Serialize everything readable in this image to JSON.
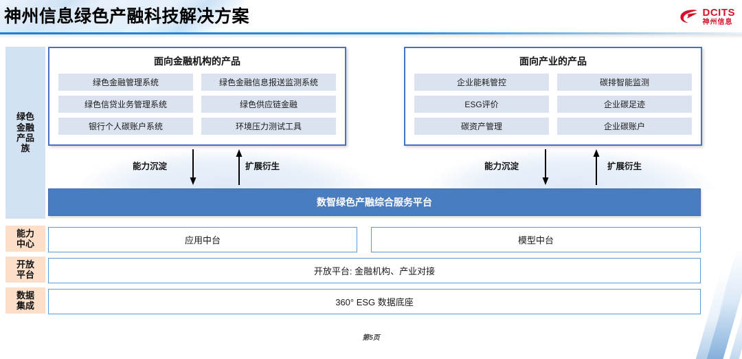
{
  "header": {
    "title": "神州信息绿色产融科技解决方案",
    "logo": {
      "mark": "dcits-swoosh-icon",
      "en": "DCITS",
      "cn": "神州信息"
    }
  },
  "sidebar": {
    "items": [
      {
        "id": "green-finance-products",
        "label": "绿色\n金融\n产品\n族",
        "color": "#d3e2f2"
      },
      {
        "id": "capability-center",
        "label": "能力\n中心",
        "color": "#fbdfc9"
      },
      {
        "id": "open-platform",
        "label": "开放\n平台",
        "color": "#fbdfc9"
      },
      {
        "id": "data-integration",
        "label": "数据\n集成",
        "color": "#fbdfc9"
      }
    ]
  },
  "product_boxes": [
    {
      "id": "financial-institutions",
      "title": "面向金融机构的产品",
      "items": [
        "绿色金融管理系统",
        "绿色金融信息报送监测系统",
        "绿色信贷业务管理系统",
        "绿色供应链金融",
        "银行个人碳账户系统",
        "环境压力测试工具"
      ]
    },
    {
      "id": "industry",
      "title": "面向产业的产品",
      "items": [
        "企业能耗管控",
        "碳排智能监测",
        "ESG评价",
        "企业碳足迹",
        "碳资产管理",
        "企业碳账户"
      ]
    }
  ],
  "flows": {
    "left": [
      {
        "label": "能力沉淀",
        "direction": "down"
      },
      {
        "label": "扩展衍生",
        "direction": "up"
      }
    ],
    "right": [
      {
        "label": "能力沉淀",
        "direction": "down"
      },
      {
        "label": "扩展衍生",
        "direction": "up"
      }
    ]
  },
  "platform": {
    "label": "数智绿色产融综合服务平台",
    "color": "#4a7cc0"
  },
  "layers": {
    "capability": [
      {
        "id": "application-middle-platform",
        "label": "应用中台"
      },
      {
        "id": "model-middle-platform",
        "label": "模型中台"
      }
    ],
    "open_platform": {
      "id": "open-platform-row",
      "label": "开放平台: 金融机构、产业对接"
    },
    "data_integration": {
      "id": "data-integration-row",
      "label": "360° ESG 数据底座"
    }
  },
  "footer": {
    "page": "第5页"
  },
  "colors": {
    "accent_blue": "#4472c4",
    "platform_blue": "#4a7cc0",
    "cell_blue": "#dce3f0",
    "sidebar_blue": "#d3e2f2",
    "sidebar_peach": "#fbdfc9",
    "logo_red": "#d3122a",
    "rule_blue": "#1f7fd0"
  }
}
